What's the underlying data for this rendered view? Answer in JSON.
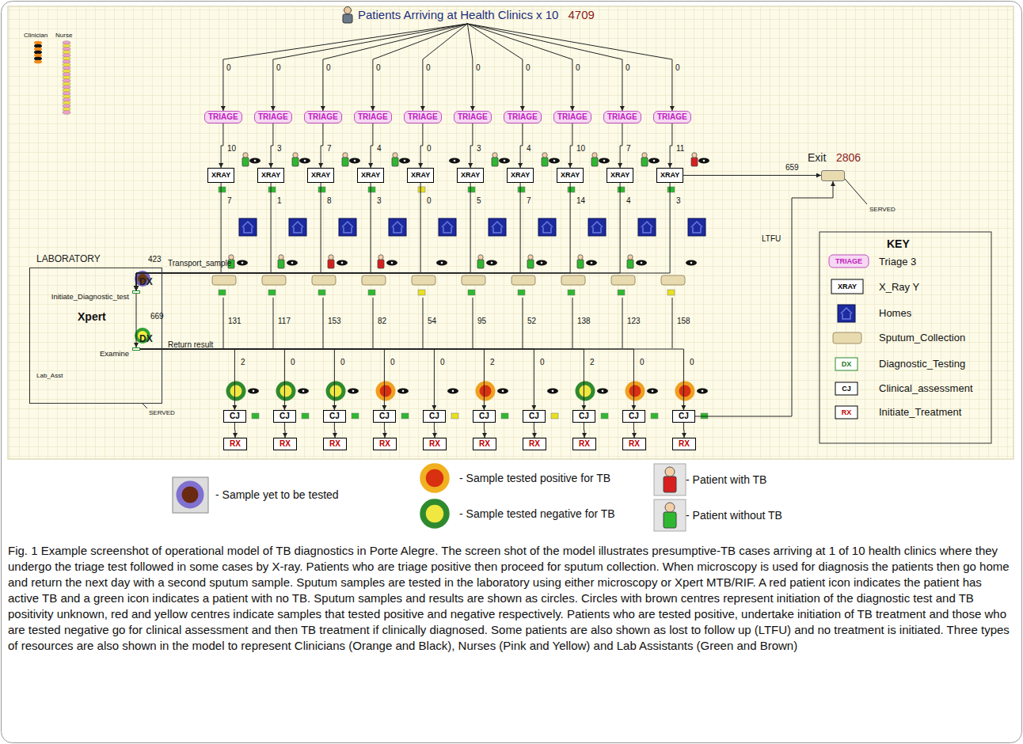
{
  "diagram": {
    "caption": "Fig. 1 Example screenshot of operational model of TB diagnostics in Porte Alegre. The screen shot of the model illustrates presumptive-TB cases arriving at 1 of 10 health clinics where they undergo the triage test followed in some cases by X-ray. Patients who are triage positive then proceed for sputum collection. When microscopy is used for diagnosis the patients then go home and return the next day with a second sputum sample. Sputum samples are tested in the laboratory using either microscopy or Xpert MTB/RIF. A red patient icon indicates the patient has active TB and a green icon indicates a patient with no TB. Sputum samples and results are shown as circles. Circles with brown centres represent initiation of the diagnostic test and TB positivity unknown, red and yellow centres indicate samples that tested positive and negative respectively. Patients who are tested positive, undertake initiation of TB treatment and those who are tested negative go for clinical assessment and then TB treatment if clinically diagnosed. Some patients are also shown as lost to follow up (LTFU) and no treatment is initiated. Three types of resources are also shown in the model to represent Clinicians (Orange and Black), Nurses (Pink and Yellow) and Lab Assistants (Green and Brown)",
    "nodes": [
      {
        "text": [
          "Patients Arriving at Health Clinics x 10",
          "4709"
        ]
      },
      {
        "text": [
          "TRIAGE"
        ]
      },
      {
        "text": [
          "TRIAGE"
        ]
      },
      {
        "text": [
          "TRIAGE"
        ]
      },
      {
        "text": [
          "TRIAGE"
        ]
      },
      {
        "text": [
          "TRIAGE"
        ]
      },
      {
        "text": [
          "TRIAGE"
        ]
      },
      {
        "text": [
          "TRIAGE"
        ]
      },
      {
        "text": [
          "TRIAGE"
        ]
      },
      {
        "text": [
          "TRIAGE"
        ]
      },
      {
        "text": [
          "TRIAGE"
        ]
      },
      {
        "text": [
          "XRAY"
        ]
      },
      {
        "text": [
          "XRAY"
        ]
      },
      {
        "text": [
          "XRAY"
        ]
      },
      {
        "text": [
          "XRAY"
        ]
      },
      {
        "text": [
          "XRAY"
        ]
      },
      {
        "text": [
          "XRAY"
        ]
      },
      {
        "text": [
          "XRAY"
        ]
      },
      {
        "text": [
          "XRAY"
        ]
      },
      {
        "text": [
          "XRAY"
        ]
      },
      {
        "text": [
          "XRAY"
        ]
      },
      {
        "text": [
          "LABORATORY"
        ]
      },
      {
        "text": [
          "DX",
          "Initiate_Diagnostic_test"
        ],
        "in": 21
      },
      {
        "text": [
          "DX",
          "Examine"
        ],
        "in": 21
      },
      {
        "text": [
          "CJ"
        ]
      },
      {
        "text": [
          "CJ"
        ]
      },
      {
        "text": [
          "CJ"
        ]
      },
      {
        "text": [
          "CJ"
        ]
      },
      {
        "text": [
          "CJ"
        ]
      },
      {
        "text": [
          "CJ"
        ]
      },
      {
        "text": [
          "CJ"
        ]
      },
      {
        "text": [
          "CJ"
        ]
      },
      {
        "text": [
          "CJ"
        ]
      },
      {
        "text": [
          "CJ"
        ]
      },
      {
        "text": [
          "RX"
        ]
      },
      {
        "text": [
          "RX"
        ]
      },
      {
        "text": [
          "RX"
        ]
      },
      {
        "text": [
          "RX"
        ]
      },
      {
        "text": [
          "RX"
        ]
      },
      {
        "text": [
          "RX"
        ]
      },
      {
        "text": [
          "RX"
        ]
      },
      {
        "text": [
          "RX"
        ]
      },
      {
        "text": [
          "RX"
        ]
      },
      {
        "text": [
          "RX"
        ]
      },
      {
        "text": [
          "Exit",
          "2806"
        ]
      }
    ],
    "edges": [
      {
        "from": 0,
        "to": 1,
        "arrow": "to"
      },
      {
        "from": 0,
        "to": 2,
        "arrow": "to"
      },
      {
        "from": 0,
        "to": 3,
        "arrow": "to"
      },
      {
        "from": 0,
        "to": 4,
        "arrow": "to"
      },
      {
        "from": 0,
        "to": 5,
        "arrow": "to"
      },
      {
        "from": 0,
        "to": 6,
        "arrow": "to"
      },
      {
        "from": 0,
        "to": 7,
        "arrow": "to"
      },
      {
        "from": 0,
        "to": 8,
        "arrow": "to"
      },
      {
        "from": 0,
        "to": 9,
        "arrow": "to"
      },
      {
        "from": 0,
        "to": 10,
        "arrow": "to"
      },
      {
        "from": 1,
        "to": 11,
        "arrow": "to"
      },
      {
        "from": 2,
        "to": 12,
        "arrow": "to"
      },
      {
        "from": 3,
        "to": 13,
        "arrow": "to"
      },
      {
        "from": 4,
        "to": 14,
        "arrow": "to"
      },
      {
        "from": 5,
        "to": 15,
        "arrow": "to"
      },
      {
        "from": 6,
        "to": 16,
        "arrow": "to"
      },
      {
        "from": 7,
        "to": 17,
        "arrow": "to"
      },
      {
        "from": 8,
        "to": 18,
        "arrow": "to"
      },
      {
        "from": 9,
        "to": 19,
        "arrow": "to"
      },
      {
        "from": 10,
        "to": 20,
        "arrow": "to"
      },
      {
        "from": 11,
        "to": 22,
        "arrow": "to"
      },
      {
        "from": 12,
        "to": 22,
        "arrow": "to"
      },
      {
        "from": 13,
        "to": 22,
        "arrow": "to"
      },
      {
        "from": 14,
        "to": 22,
        "arrow": "to"
      },
      {
        "from": 15,
        "to": 22,
        "arrow": "to"
      },
      {
        "from": 16,
        "to": 22,
        "arrow": "to"
      },
      {
        "from": 17,
        "to": 22,
        "arrow": "to"
      },
      {
        "from": 18,
        "to": 22,
        "arrow": "to"
      },
      {
        "from": 19,
        "to": 22,
        "arrow": "to"
      },
      {
        "from": 20,
        "to": 22,
        "arrow": "to"
      },
      {
        "from": 22,
        "to": 23,
        "arrow": "to"
      },
      {
        "from": 23,
        "to": 24,
        "arrow": "to"
      },
      {
        "from": 23,
        "to": 25,
        "arrow": "to"
      },
      {
        "from": 23,
        "to": 26,
        "arrow": "to"
      },
      {
        "from": 23,
        "to": 27,
        "arrow": "to"
      },
      {
        "from": 23,
        "to": 28,
        "arrow": "to"
      },
      {
        "from": 23,
        "to": 29,
        "arrow": "to"
      },
      {
        "from": 23,
        "to": 30,
        "arrow": "to"
      },
      {
        "from": 23,
        "to": 31,
        "arrow": "to"
      },
      {
        "from": 23,
        "to": 32,
        "arrow": "to"
      },
      {
        "from": 23,
        "to": 33,
        "arrow": "to"
      },
      {
        "from": 24,
        "to": 34,
        "arrow": "to"
      },
      {
        "from": 25,
        "to": 35,
        "arrow": "to"
      },
      {
        "from": 26,
        "to": 36,
        "arrow": "to"
      },
      {
        "from": 27,
        "to": 37,
        "arrow": "to"
      },
      {
        "from": 28,
        "to": 38,
        "arrow": "to"
      },
      {
        "from": 29,
        "to": 39,
        "arrow": "to"
      },
      {
        "from": 30,
        "to": 40,
        "arrow": "to"
      },
      {
        "from": 31,
        "to": 41,
        "arrow": "to"
      },
      {
        "from": 32,
        "to": 42,
        "arrow": "to"
      },
      {
        "from": 33,
        "to": 43,
        "arrow": "to"
      },
      {
        "from": 20,
        "to": 44,
        "arrow": "to"
      },
      {
        "from": 33,
        "to": 44,
        "arrow": "to"
      }
    ],
    "labels": [
      "Clinician",
      "Nurse",
      "0",
      "0",
      "0",
      "0",
      "0",
      "0",
      "0",
      "0",
      "0",
      "0",
      "10",
      "3",
      "7",
      "4",
      "0",
      "3",
      "4",
      "10",
      "7",
      "11",
      "7",
      "1",
      "8",
      "3",
      "0",
      "5",
      "7",
      "14",
      "4",
      "3",
      "131",
      "117",
      "153",
      "82",
      "54",
      "95",
      "52",
      "138",
      "123",
      "158",
      "2",
      "0",
      "0",
      "0",
      "0",
      "2",
      "0",
      "2",
      "0",
      "0",
      "Transport_sample",
      "423",
      "Xpert",
      "669",
      "Lab_Asst",
      "Return result",
      "SERVED",
      "659",
      "SERVED",
      "LTFU",
      "KEY",
      "TRIAGE",
      "XRAY",
      "DX",
      "CJ",
      "RX"
    ],
    "legend": [
      {
        "text": "Triage 3"
      },
      {
        "text": "X_Ray Y"
      },
      {
        "text": "Homes"
      },
      {
        "text": "Sputum_Collection"
      },
      {
        "text": "Diagnostic_Testing"
      },
      {
        "text": "Clinical_assessment"
      },
      {
        "text": "Initiate_Treatment"
      },
      {
        "text": "- Sample yet to be tested"
      },
      {
        "text": "- Sample tested positive for TB"
      },
      {
        "text": "- Sample tested negative for TB"
      },
      {
        "text": "- Patient with TB"
      },
      {
        "text": "- Patient without TB"
      }
    ]
  }
}
